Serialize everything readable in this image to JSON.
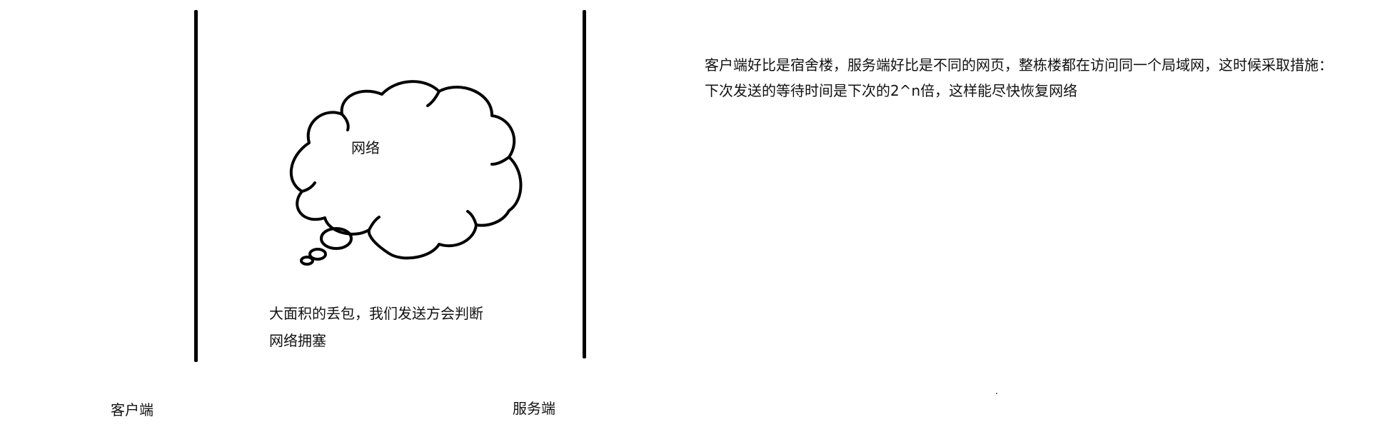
{
  "diagram": {
    "cloud_label": "网络",
    "packet_loss_note": {
      "line1": "大面积的丢包，我们发送方会判断",
      "line2": "网络拥塞"
    },
    "client_label": "客户端",
    "server_label": "服务端"
  },
  "explanation": {
    "line1": "客户端好比是宿舍楼，服务端好比是不同的网页，整栋楼都在访问同一个局域网，这时候采取措施：",
    "line2": "下次发送的等待时间是下次的2^n倍，这样能尽快恢复网络"
  },
  "colors": {
    "stroke": "#000000",
    "text": "#111111",
    "background": "#ffffff"
  }
}
